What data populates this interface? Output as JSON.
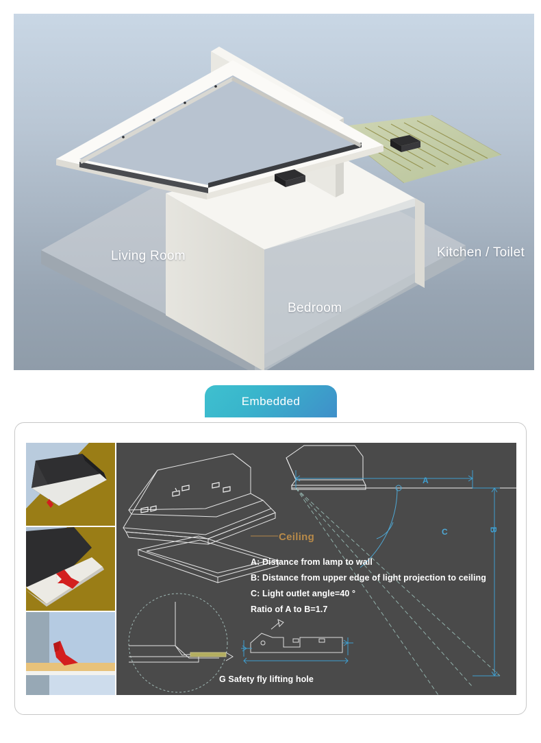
{
  "scene": {
    "name": "isometric-apartment-cutaway",
    "background_top": "#c9d7e5",
    "background_bottom": "#8f9ca9",
    "labels": {
      "living_room": "Living Room",
      "kitchen_toilet": "Kitchen / Toilet",
      "bedroom": "Bedroom"
    }
  },
  "tab": {
    "label": "Embedded",
    "accent_left": "#3fc0cf",
    "accent_right": "#3f8fc9"
  },
  "card": {
    "thumbnails": [
      {
        "name": "lamp-fixture-photo",
        "caption": ""
      },
      {
        "name": "clip-detail-photo",
        "caption": ""
      },
      {
        "name": "clip-side-view-photo",
        "caption": ""
      }
    ],
    "diagram": {
      "ceiling_label": "Ceiling",
      "dimension_labels": {
        "a": "A",
        "b": "B",
        "c": "C"
      },
      "notes": [
        "A: Distance from lamp to wall",
        "B: Distance from upper edge of light projection to ceiling",
        "C: Light outlet angle=40 °",
        "Ratio of A to B=1.7"
      ],
      "safety_note": "G Safety fly lifting hole",
      "panel_color": "#4a4a4a",
      "line_color": "#e8e8e8",
      "dimension_color": "#3f9fd0",
      "ceiling_color": "#b88a49"
    }
  }
}
